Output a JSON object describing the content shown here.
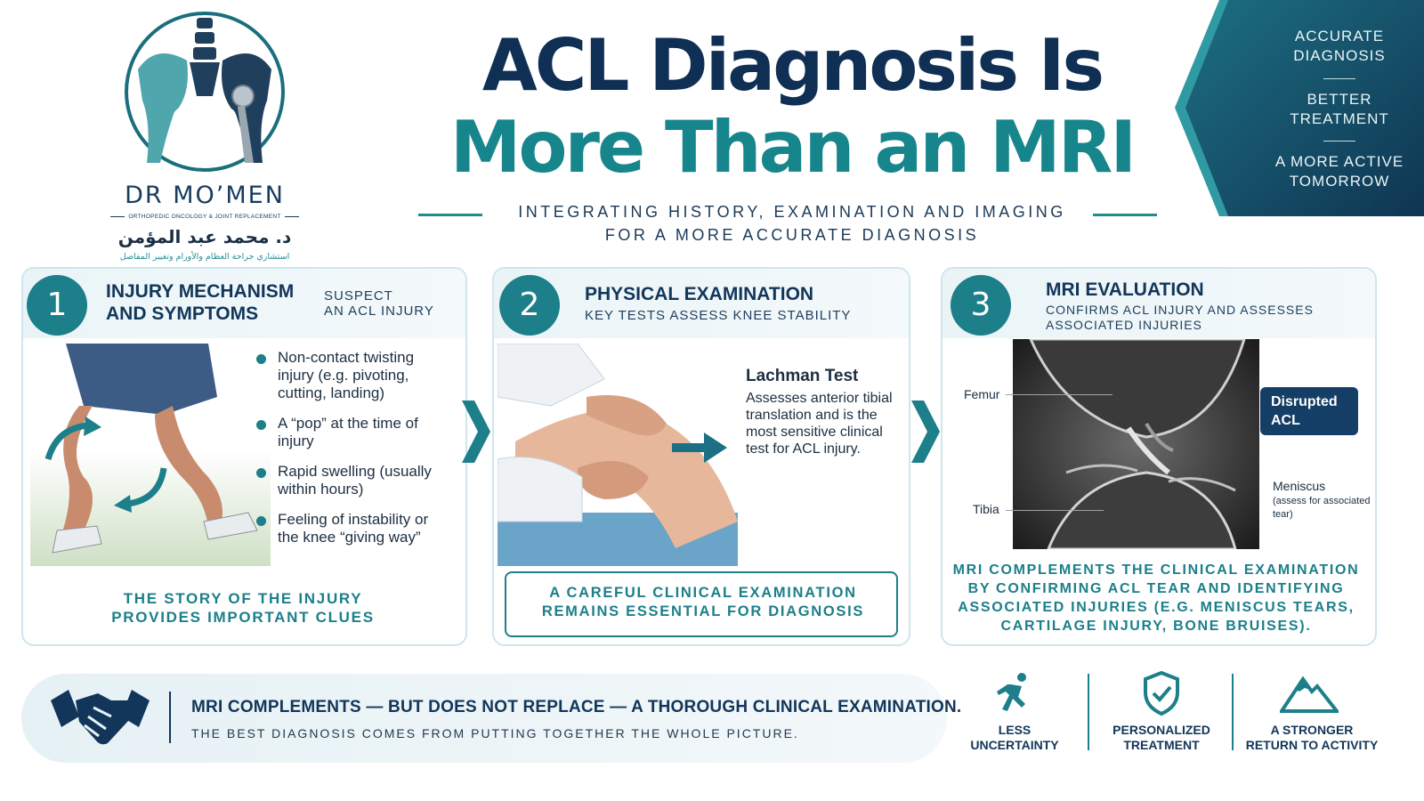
{
  "logo": {
    "name": "DR MO’MEN",
    "specialty": "ORTHOPEDIC ONCOLOGY & JOINT REPLACEMENT",
    "arabic_name": "د. محمد عبد المؤمن",
    "arabic_title": "استشاري جراحة العظام والأورام وتغيير المفاصل"
  },
  "title": {
    "line1": "ACL Diagnosis Is",
    "line2": "More Than an MRI"
  },
  "subtitle": {
    "line1": "INTEGRATING HISTORY, EXAMINATION AND IMAGING",
    "line2": "FOR A MORE ACCURATE DIAGNOSIS"
  },
  "banner": {
    "item1_line1": "ACCURATE",
    "item1_line2": "DIAGNOSIS",
    "item2_line1": "BETTER",
    "item2_line2": "TREATMENT",
    "item3_line1": "A MORE ACTIVE",
    "item3_line2": "TOMORROW"
  },
  "steps": [
    {
      "number": "1",
      "title_line1": "INJURY MECHANISM",
      "title_line2": "AND SYMPTOMS",
      "subtitle_line1": "SUSPECT",
      "subtitle_line2": "AN ACL INJURY",
      "bullets": [
        "Non-contact twisting injury (e.g. pivoting, cutting, landing)",
        "A “pop” at the time of injury",
        "Rapid swelling (usually within hours)",
        "Feeling of instability or the knee “giving way”"
      ],
      "caption_line1": "THE STORY OF THE INJURY",
      "caption_line2": "PROVIDES IMPORTANT CLUES"
    },
    {
      "number": "2",
      "title": "PHYSICAL EXAMINATION",
      "subtitle": "KEY TESTS ASSESS KNEE STABILITY",
      "test_name": "Lachman Test",
      "test_desc": "Assesses anterior tibial translation and is the most sensitive clinical test for ACL injury.",
      "caption_line1": "A CAREFUL CLINICAL EXAMINATION",
      "caption_line2": "REMAINS ESSENTIAL FOR DIAGNOSIS"
    },
    {
      "number": "3",
      "title": "MRI EVALUATION",
      "subtitle_line1": "CONFIRMS ACL INJURY AND ASSESSES",
      "subtitle_line2": "ASSOCIATED INJURIES",
      "labels": {
        "femur": "Femur",
        "tibia": "Tibia",
        "disrupted_line1": "Disrupted",
        "disrupted_line2": "ACL",
        "meniscus": "Meniscus",
        "meniscus_note_line1": "(assess for associated",
        "meniscus_note_line2": "tear)"
      },
      "caption_line1": "MRI COMPLEMENTS THE CLINICAL EXAMINATION",
      "caption_line2": "BY CONFIRMING ACL TEAR AND IDENTIFYING",
      "caption_line3": "ASSOCIATED INJURIES (E.G. MENISCUS TEARS,",
      "caption_line4": "CARTILAGE INJURY, BONE BRUISES)."
    }
  ],
  "bottom": {
    "main": "MRI COMPLEMENTS — BUT DOES NOT REPLACE — A THOROUGH CLINICAL EXAMINATION.",
    "sub": "THE BEST DIAGNOSIS COMES FROM PUTTING TOGETHER THE WHOLE PICTURE."
  },
  "benefits": [
    {
      "line1": "LESS",
      "line2": "UNCERTAINTY",
      "icon": "runner-icon"
    },
    {
      "line1": "PERSONALIZED",
      "line2": "TREATMENT",
      "icon": "shield-check-icon"
    },
    {
      "line1": "A STRONGER",
      "line2": "RETURN TO ACTIVITY",
      "icon": "mountain-icon"
    }
  ],
  "colors": {
    "navy": "#102f55",
    "teal": "#17868c",
    "card_border": "#cfe6ec"
  }
}
